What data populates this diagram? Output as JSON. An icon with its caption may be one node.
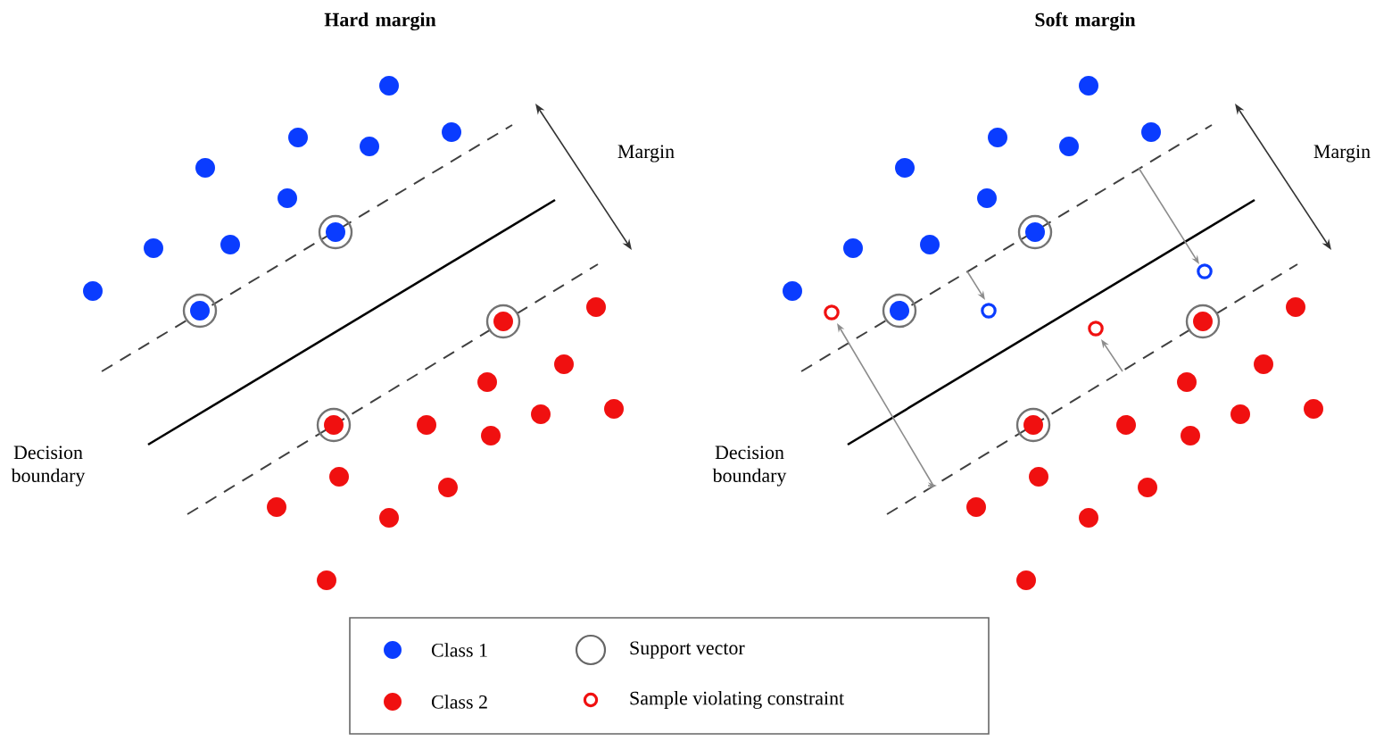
{
  "diagram": {
    "labels": [
      "Hard margin",
      "Margin",
      "Decision boundary",
      "Soft margin",
      "Margin",
      "Decision boundary"
    ],
    "legend": [
      {
        "text": "Class 1",
        "color": "#0a3cff"
      },
      {
        "text": "Class 2",
        "color": "#f01010"
      },
      {
        "text": "Support vector"
      },
      {
        "text": "Sample violating constraint"
      }
    ]
  }
}
